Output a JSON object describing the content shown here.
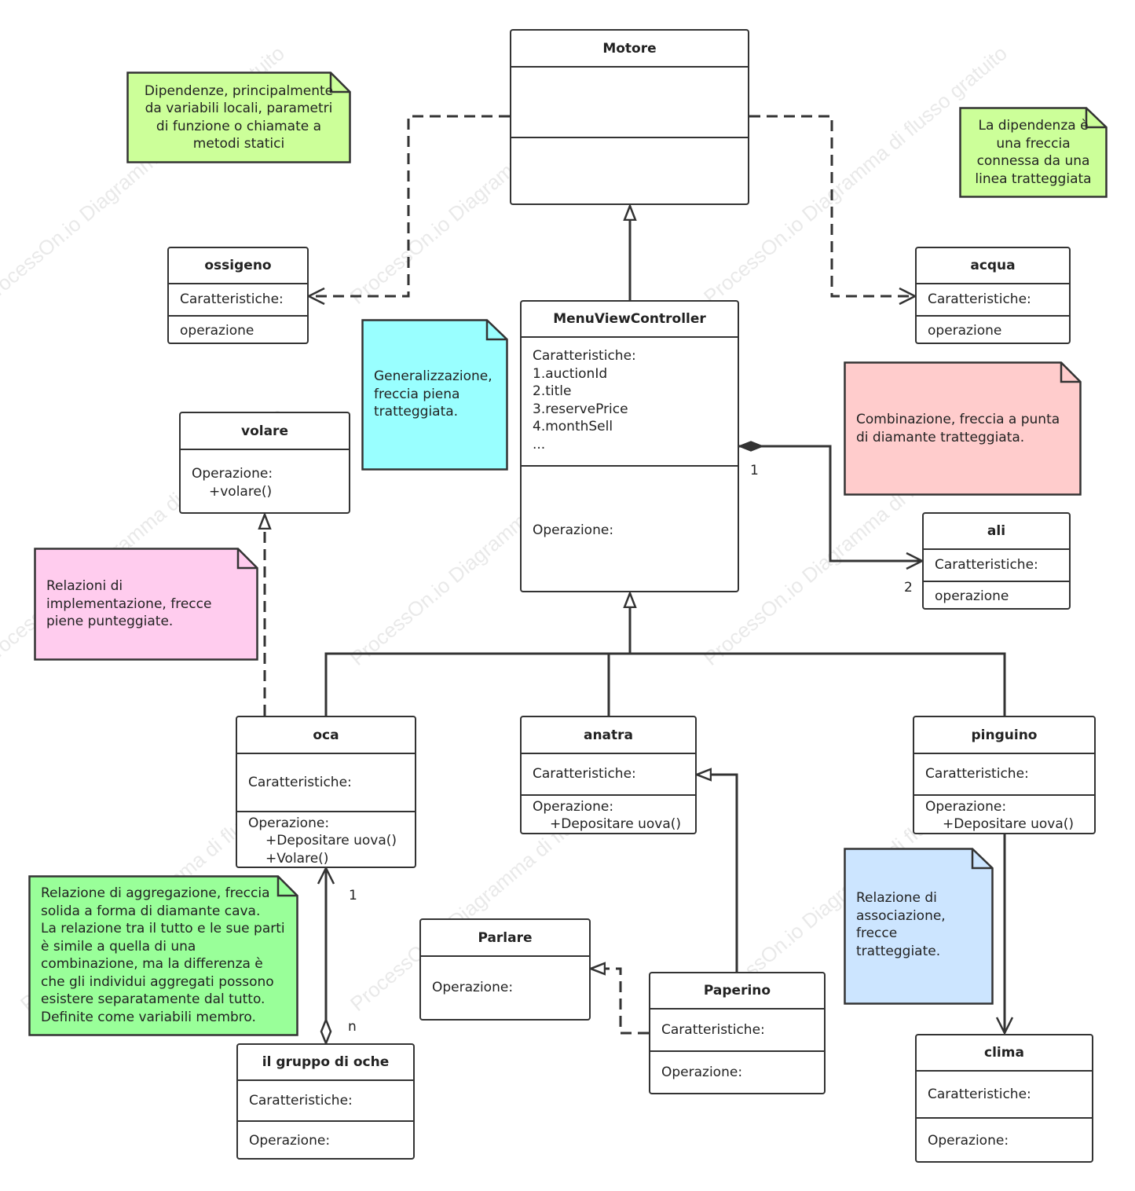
{
  "classes": {
    "motore": {
      "name": "Motore"
    },
    "ossigeno": {
      "name": "ossigeno",
      "attrs": "Caratteristiche:",
      "ops": "operazione"
    },
    "acqua": {
      "name": "acqua",
      "attrs": "Caratteristiche:",
      "ops": "operazione"
    },
    "menu": {
      "name": "MenuViewController",
      "attrs_title": "Caratteristiche:",
      "attrs": [
        "1.auctionId",
        "2.title",
        "3.reservePrice",
        "4.monthSell",
        "..."
      ],
      "ops": "Operazione:"
    },
    "volare": {
      "name": "volare",
      "ops_title": "Operazione:",
      "ops": "+volare()"
    },
    "ali": {
      "name": "ali",
      "attrs": "Caratteristiche:",
      "ops": "operazione"
    },
    "oca": {
      "name": "oca",
      "attrs": "Caratteristiche:",
      "ops_title": "Operazione:",
      "ops": [
        "+Depositare uova()",
        "+Volare()"
      ]
    },
    "anatra": {
      "name": "anatra",
      "attrs": "Caratteristiche:",
      "ops_title": "Operazione:",
      "ops": [
        "+Depositare uova()"
      ]
    },
    "pinguino": {
      "name": "pinguino",
      "attrs": "Caratteristiche:",
      "ops_title": "Operazione:",
      "ops": [
        "+Depositare uova()"
      ]
    },
    "parlare": {
      "name": "Parlare",
      "ops": "Operazione:"
    },
    "paperino": {
      "name": "Paperino",
      "attrs": "Caratteristiche:",
      "ops": "Operazione:"
    },
    "gruppo": {
      "name": "il gruppo di oche",
      "attrs": "Caratteristiche:",
      "ops": "Operazione:"
    },
    "clima": {
      "name": "clima",
      "attrs": "Caratteristiche:",
      "ops": "Operazione:"
    }
  },
  "notes": {
    "dipendenze": {
      "lines": [
        "Dipendenze, principalmente",
        "da variabili locali, parametri",
        "di funzione o chiamate a",
        "metodi statici"
      ],
      "color": "#ccff99"
    },
    "dipendenza_freccia": {
      "lines": [
        "La dipendenza è",
        "una freccia",
        "connessa da una",
        "linea tratteggiata"
      ],
      "color": "#ccff99"
    },
    "generalizzazione": {
      "lines": [
        "Generalizzazione,",
        "freccia piena",
        "tratteggiata."
      ],
      "color": "#99ffff"
    },
    "combinazione": {
      "lines": [
        "Combinazione, freccia a punta",
        "di diamante tratteggiata."
      ],
      "color": "#ffcccc"
    },
    "implementazione": {
      "lines": [
        "Relazioni di",
        "implementazione, frecce",
        "piene punteggiate."
      ],
      "color": "#ffccee"
    },
    "aggregazione": {
      "lines": [
        "Relazione di aggregazione, freccia",
        "solida a forma di diamante cava.",
        "La relazione tra il tutto e le sue parti",
        "è simile a quella di una",
        "combinazione, ma la differenza è",
        "che gli individui aggregati possono",
        "esistere separatamente dal tutto.",
        "Definite come variabili membro."
      ],
      "color": "#99ff99"
    },
    "associazione": {
      "lines": [
        "Relazione di",
        "associazione,",
        "frecce",
        "tratteggiate."
      ],
      "color": "#cce5ff"
    }
  },
  "multiplicities": {
    "menu_ali_source": "1",
    "menu_ali_target": "2",
    "oca_gruppo_top": "1",
    "oca_gruppo_bottom": "n"
  },
  "watermark": "ProcessOn.io Diagramma di flusso gratuito",
  "colors": {
    "stroke": "#333333",
    "background": "#ffffff"
  }
}
